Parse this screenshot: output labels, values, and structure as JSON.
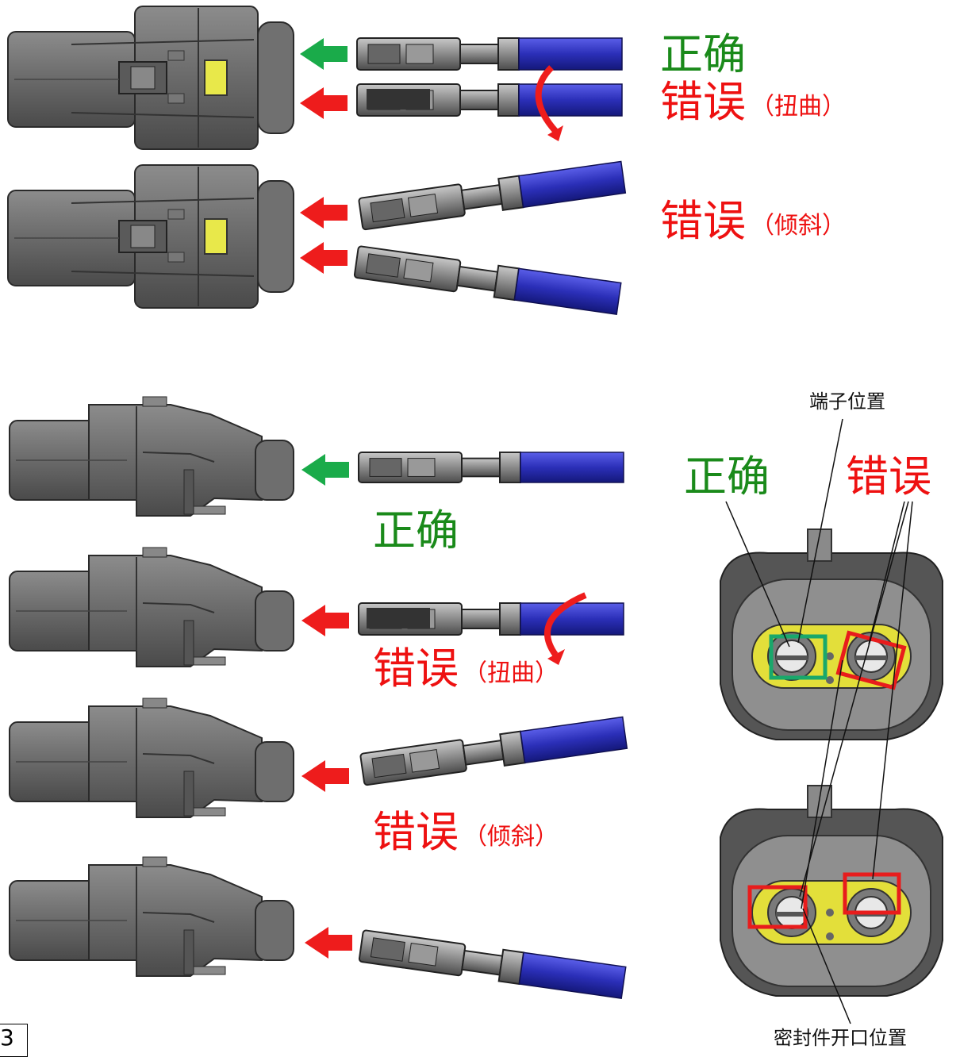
{
  "labels": {
    "top_correct": "正确",
    "top_wrong_twist": "错误",
    "top_wrong_twist_note": "（扭曲）",
    "top_wrong_tilt": "错误",
    "top_wrong_tilt_note": "（倾斜）",
    "mid_correct": "正确",
    "mid_wrong_twist": "错误",
    "mid_wrong_twist_note": "（扭曲）",
    "mid_wrong_tilt": "错误",
    "mid_wrong_tilt_note": "（倾斜）",
    "right_correct": "正确",
    "right_wrong": "错误",
    "terminal_position": "端子位置",
    "seal_opening_position": "密封件开口位置",
    "page_number": "3"
  },
  "colors": {
    "correct": "#1a8a1a",
    "wrong": "#ee1111",
    "wire": "#2b2fb8",
    "housing": "#6b6b6b",
    "latch": "#e8e84a",
    "correct_box": "#19a86b",
    "wrong_box": "#e81c1c"
  }
}
